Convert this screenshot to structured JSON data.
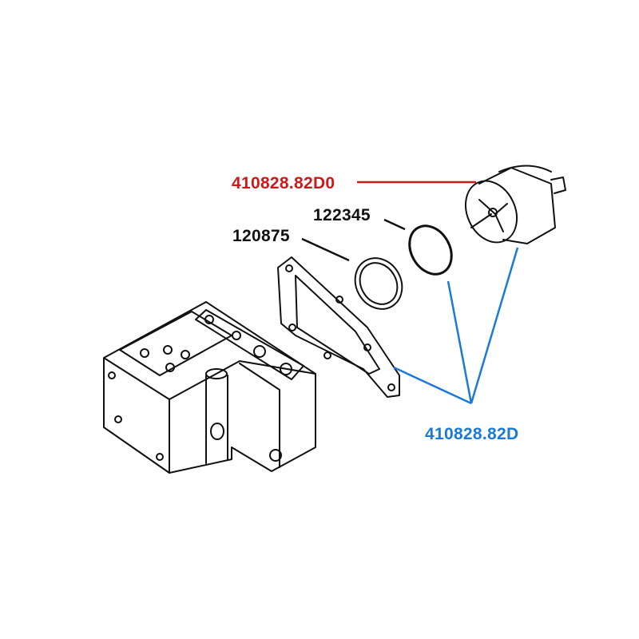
{
  "labels": {
    "thermostat": "410828.82D0",
    "oring": "122345",
    "seal": "120875",
    "kit": "410828.82D"
  },
  "colors": {
    "thermostat": "#d01818",
    "kit": "#1a7ad8",
    "default": "#111111"
  }
}
